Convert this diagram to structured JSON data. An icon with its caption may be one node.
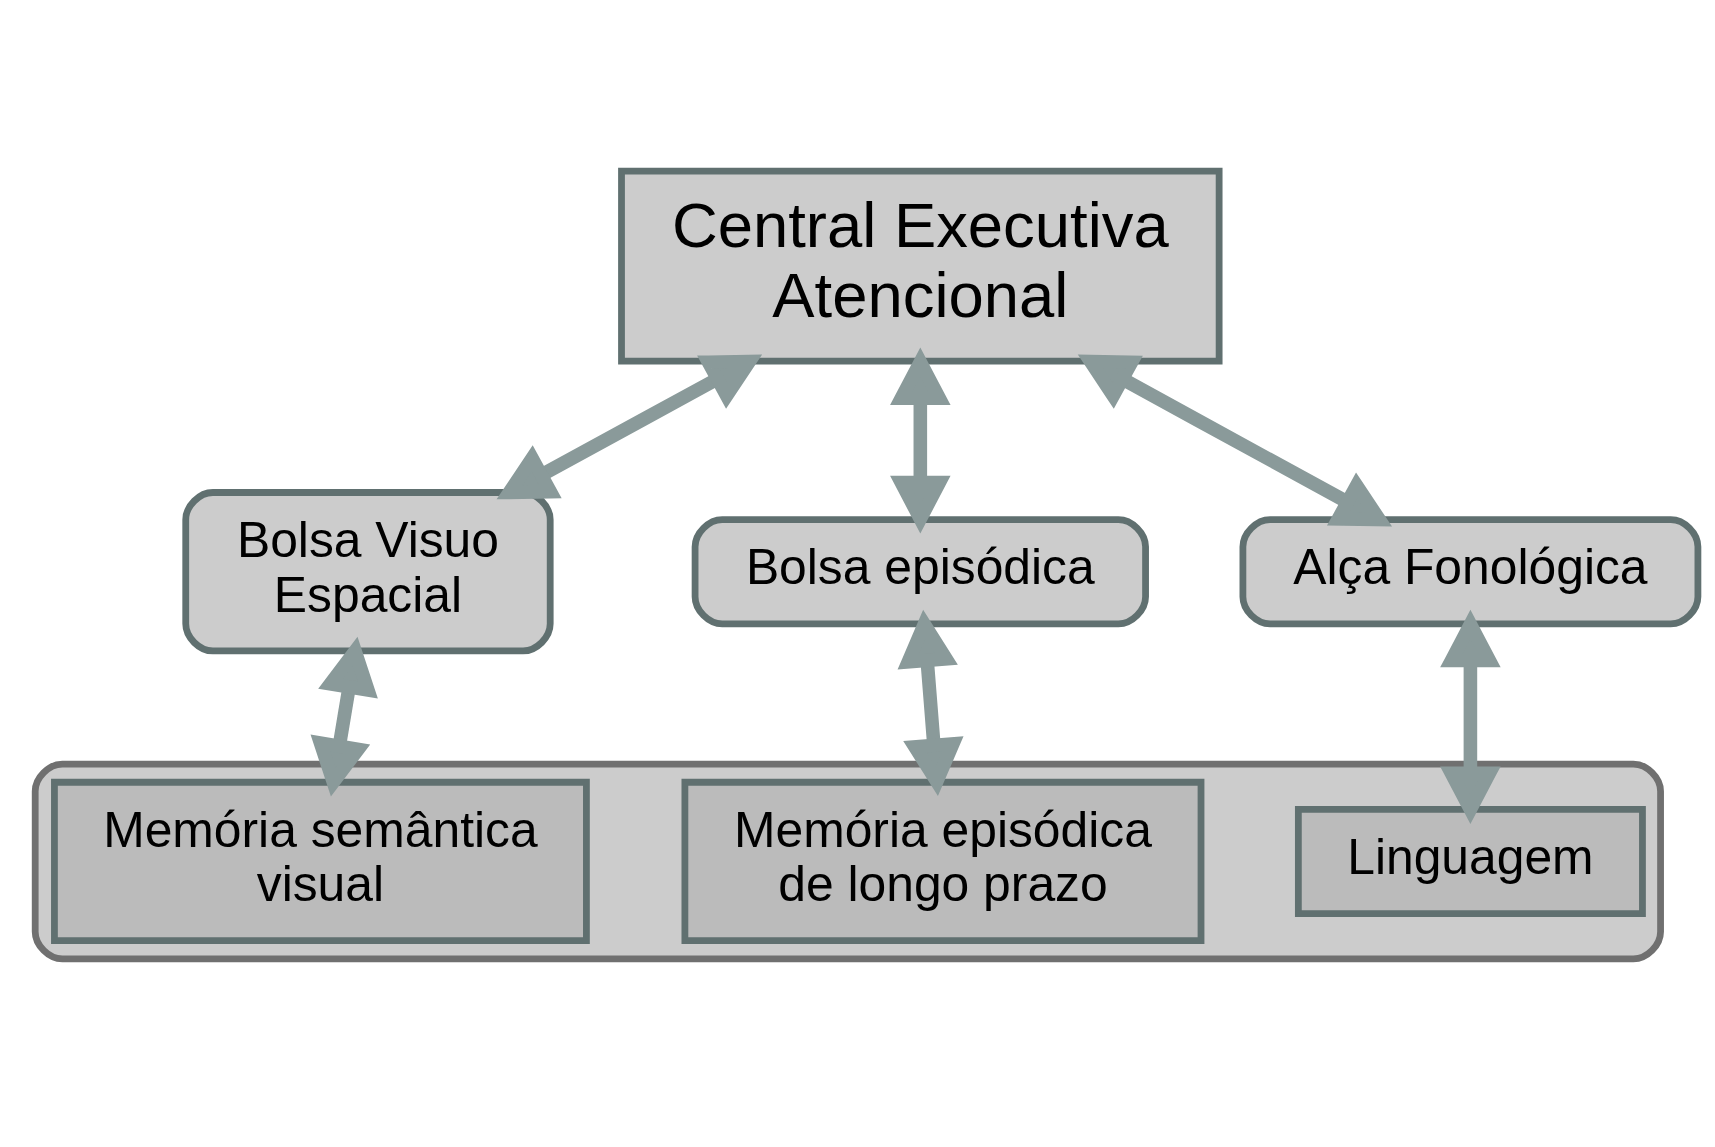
{
  "diagram": {
    "nodes": [
      {
        "text": [
          "Central Executiva Atencional"
        ]
      },
      {
        "text": [
          "Bolsa Visuo Espacial"
        ]
      },
      {
        "text": [
          "Bolsa episódica"
        ]
      },
      {
        "text": [
          "Alça Fonológica"
        ]
      },
      {
        "text": [],
        "shape": "box"
      },
      {
        "text": [
          "Memória semântica visual"
        ],
        "in": 4
      },
      {
        "text": [
          "Memória episódica de longo prazo"
        ],
        "in": 4
      },
      {
        "text": [
          "Linguagem"
        ],
        "in": 4
      }
    ],
    "edges": [
      {
        "from": 0,
        "to": 1,
        "arrow": "both"
      },
      {
        "from": 0,
        "to": 2,
        "arrow": "both"
      },
      {
        "from": 0,
        "to": 3,
        "arrow": "both"
      },
      {
        "from": 1,
        "to": 5,
        "arrow": "both"
      },
      {
        "from": 2,
        "to": 6,
        "arrow": "both"
      },
      {
        "from": 3,
        "to": 7,
        "arrow": "both"
      }
    ]
  }
}
